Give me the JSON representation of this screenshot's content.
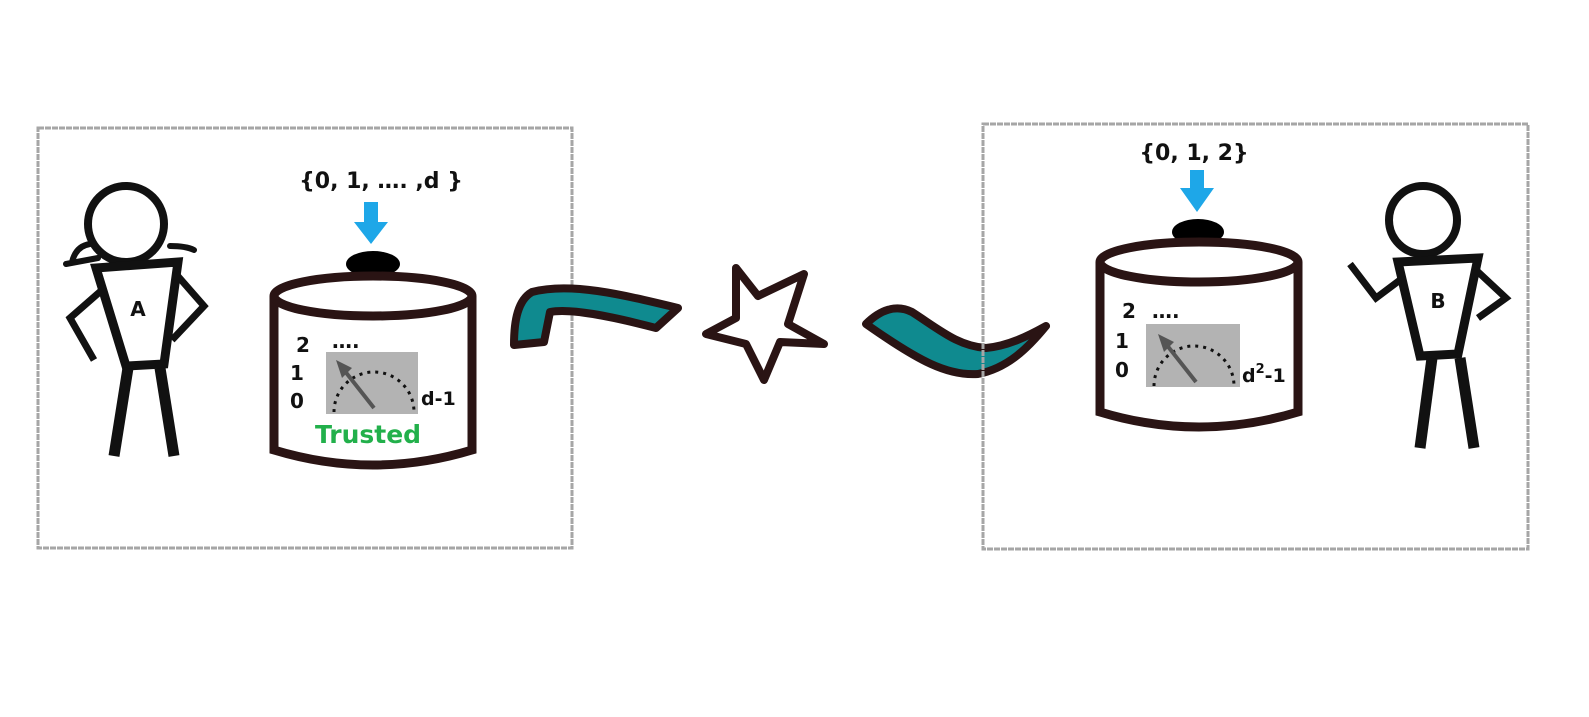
{
  "colors": {
    "outline": "#2a1414",
    "arrow": "#1ea7e8",
    "channel": "#0f8a8f",
    "meter_panel": "#b3b3b3",
    "box_border": "#a6a6a6",
    "trusted": "#22b04b"
  },
  "left_lab": {
    "party_label": "A",
    "input_set": "{0, 1, …. ,d }",
    "meter": {
      "tick_2": "2",
      "tick_1": "1",
      "tick_0": "0",
      "ellipsis": "….",
      "max_label": "d-1"
    },
    "trusted_label": "Trusted"
  },
  "right_lab": {
    "party_label": "B",
    "input_set": "{0, 1, 2}",
    "meter": {
      "tick_2": "2",
      "tick_1": "1",
      "tick_0": "0",
      "ellipsis": "….",
      "max_base": "d",
      "max_exponent": "2",
      "max_suffix": "-1"
    }
  },
  "icons": {
    "source": "star-icon",
    "left_channel": "teal-ribbon-left",
    "right_channel": "teal-ribbon-right"
  }
}
